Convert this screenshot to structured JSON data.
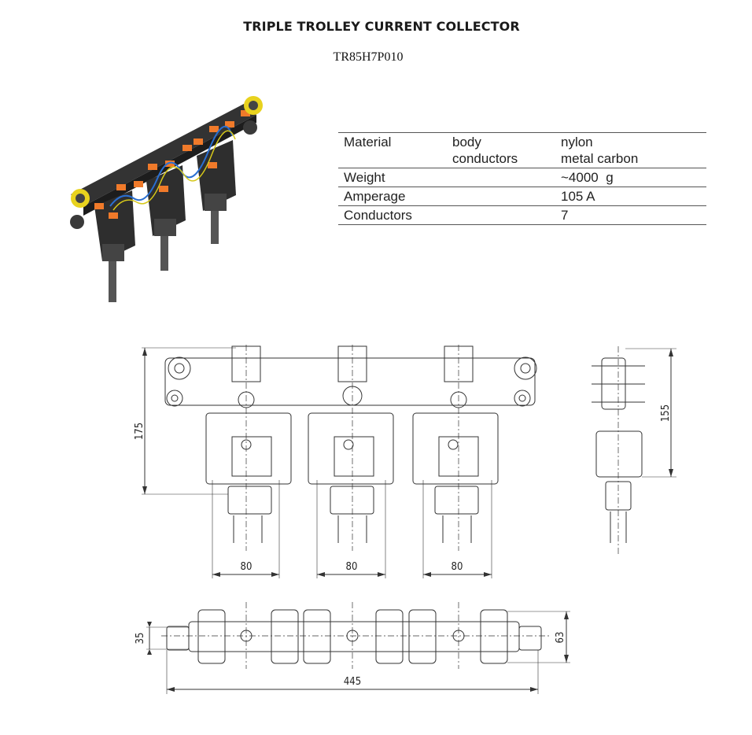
{
  "title": "TRIPLE TROLLEY CURRENT COLLECTOR",
  "product_code": "TR85H7P010",
  "specs": {
    "material": {
      "label": "Material",
      "parts": [
        "body",
        "conductors"
      ],
      "values": [
        "nylon",
        "metal carbon"
      ]
    },
    "weight": {
      "label": "Weight",
      "value": "~4000  g"
    },
    "amperage": {
      "label": "Amperage",
      "value": "105 A"
    },
    "conductors": {
      "label": "Conductors",
      "value": "7"
    }
  },
  "dimensions": {
    "front_height": "175",
    "side_height": "155",
    "pitch_1": "80",
    "pitch_2": "80",
    "pitch_3": "80",
    "top_width": "35",
    "top_depth": "63",
    "total_length": "445"
  },
  "colors": {
    "accent_orange": "#f07a2a",
    "body_dark": "#2b2b2b",
    "wheel_yellow": "#e8d21e",
    "line": "#333333"
  }
}
